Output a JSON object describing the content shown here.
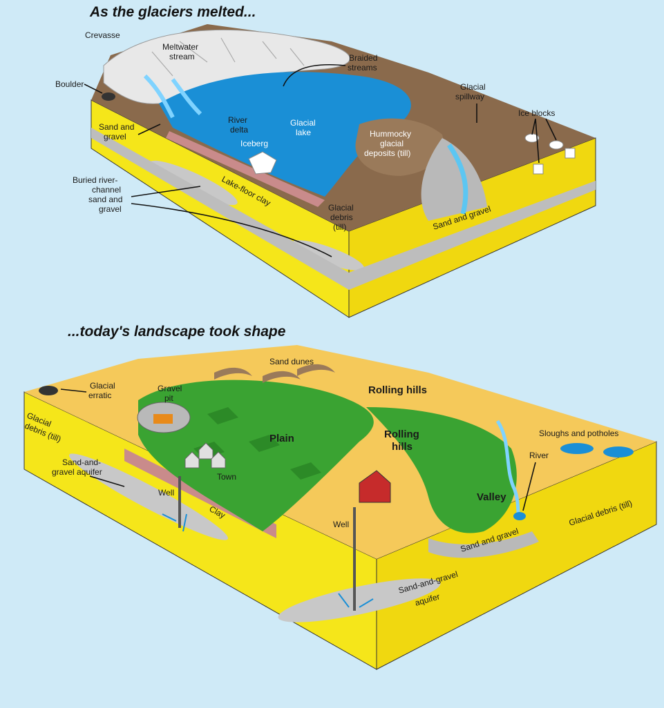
{
  "top": {
    "title": "As the glaciers melted...",
    "labels": {
      "crevasse": "Crevasse",
      "meltwater_1": "Meltwater",
      "meltwater_2": "stream",
      "braided_1": "Braided",
      "braided_2": "streams",
      "boulder": "Boulder",
      "glacial_spillway_1": "Glacial",
      "glacial_spillway_2": "spillway",
      "river_delta_1": "River",
      "river_delta_2": "delta",
      "ice_blocks": "Ice blocks",
      "glacial_lake_1": "Glacial",
      "glacial_lake_2": "lake",
      "sand_gravel_1": "Sand and",
      "sand_gravel_2": "gravel",
      "iceberg": "Iceberg",
      "hummocky_1": "Hummocky",
      "hummocky_2": "glacial",
      "hummocky_3": "deposits (till)",
      "buried_1": "Buried river-",
      "buried_2": "channel",
      "buried_3": "sand and",
      "buried_4": "gravel",
      "lake_floor_clay": "Lake-floor clay",
      "glacial_debris_1": "Glacial",
      "glacial_debris_2": "debris",
      "glacial_debris_3": "(till)",
      "sand_and_gravel_valley": "Sand and gravel"
    }
  },
  "bottom": {
    "title": "...today's landscape took shape",
    "labels": {
      "sand_dunes": "Sand dunes",
      "glacial_erratic_1": "Glacial",
      "glacial_erratic_2": "erratic",
      "gravel_pit_1": "Gravel",
      "gravel_pit_2": "pit",
      "rolling_hills_top": "Rolling hills",
      "glacial_debris_left_1": "Glacial",
      "glacial_debris_left_2": "debris (till)",
      "plain": "Plain",
      "rolling_hills_mid_1": "Rolling",
      "rolling_hills_mid_2": "hills",
      "sloughs": "Sloughs and potholes",
      "sand_gravel_aquifer_left_1": "Sand-and-",
      "sand_gravel_aquifer_left_2": "gravel aquifer",
      "town": "Town",
      "river": "River",
      "well_left": "Well",
      "clay": "Clay",
      "valley": "Valley",
      "glacial_debris_right": "Glacial debris (till)",
      "well_right": "Well",
      "sand_and_gravel_valley": "Sand and gravel",
      "aquifer_right_1": "Sand-and-gravel",
      "aquifer_right_2": "aquifer"
    }
  },
  "colors": {
    "background": "#cfeaf7",
    "till_yellow": "#f5e61a",
    "gravel_grey": "#c8c8c8",
    "lake_blue": "#1a8fd6",
    "ice_white": "#e8e8e8",
    "plain_green": "#3aa332",
    "hills_gold": "#f5c95a",
    "clay_pink": "#c98b8b",
    "deposit_brown": "#8a6a4c"
  }
}
